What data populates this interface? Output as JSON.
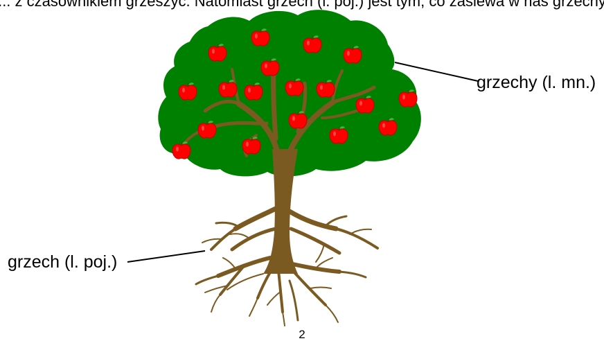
{
  "top_text_fragment": "[... z czasownikiem grzeszyć. Natomiast grzech (l. poj.) jest tym, co zasiewa w nas grzechy]",
  "labels": {
    "sins_plural": "grzechy (l. mn.)",
    "sin_singular": "grzech (l. poj.)"
  },
  "page_number": "2",
  "colors": {
    "foliage": "#008000",
    "trunk": "#7b5a21",
    "apple": "#ff0000",
    "apple_shade": "#c00000",
    "leaf": "#3cb83c",
    "stem": "#5a3a0a",
    "pointer_line": "#000000"
  }
}
